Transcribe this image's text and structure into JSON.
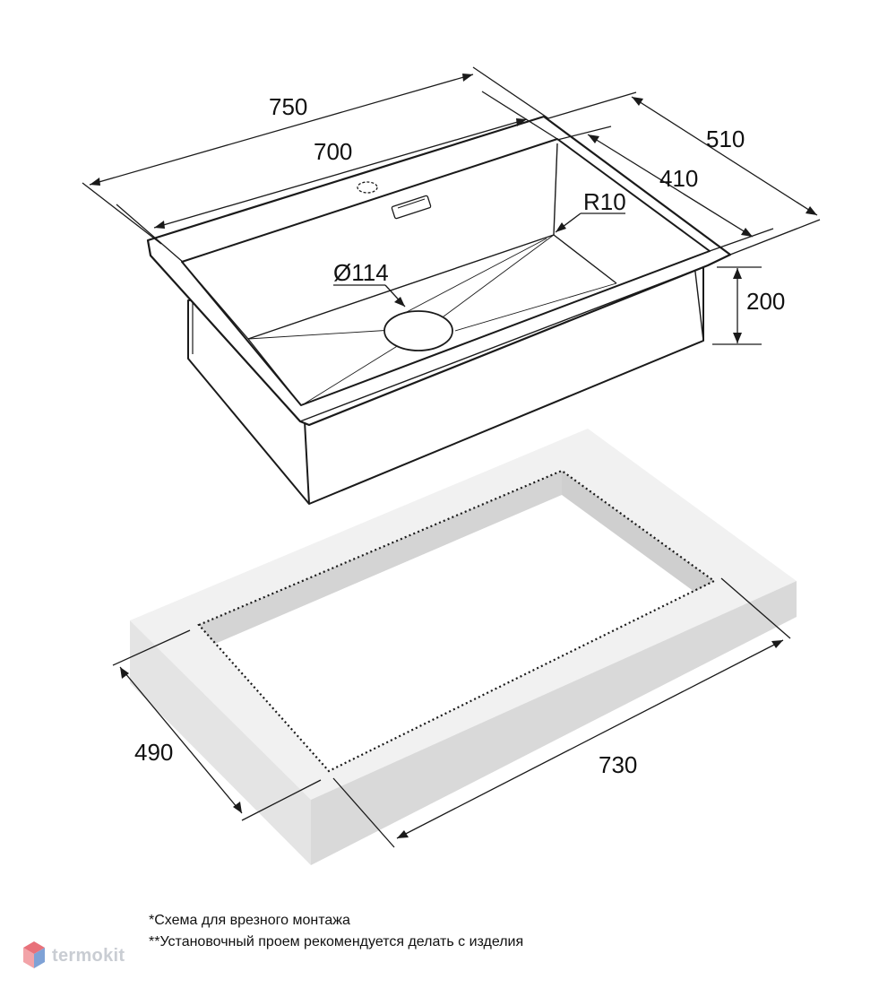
{
  "dimensions": {
    "overall_length": "750",
    "bowl_length": "700",
    "overall_width": "510",
    "bowl_width": "410",
    "depth": "200",
    "corner_radius": "R10",
    "drain_diameter": "Ø114",
    "cutout_width": "490",
    "cutout_length": "730"
  },
  "notes": {
    "line1": "*Схема для врезного монтажа",
    "line2": "**Установочный проем рекомендуется делать с изделия"
  },
  "logo": {
    "text": "termokit",
    "colors": {
      "top": "#e8717a",
      "left": "#f2a3a8",
      "right": "#7fa2d6"
    }
  },
  "colors": {
    "outline": "#1a1a1a",
    "countertop_top": "#f2f2f2",
    "countertop_side": "#dcdcdc",
    "cutout_dotted": "#1a1a1a"
  }
}
